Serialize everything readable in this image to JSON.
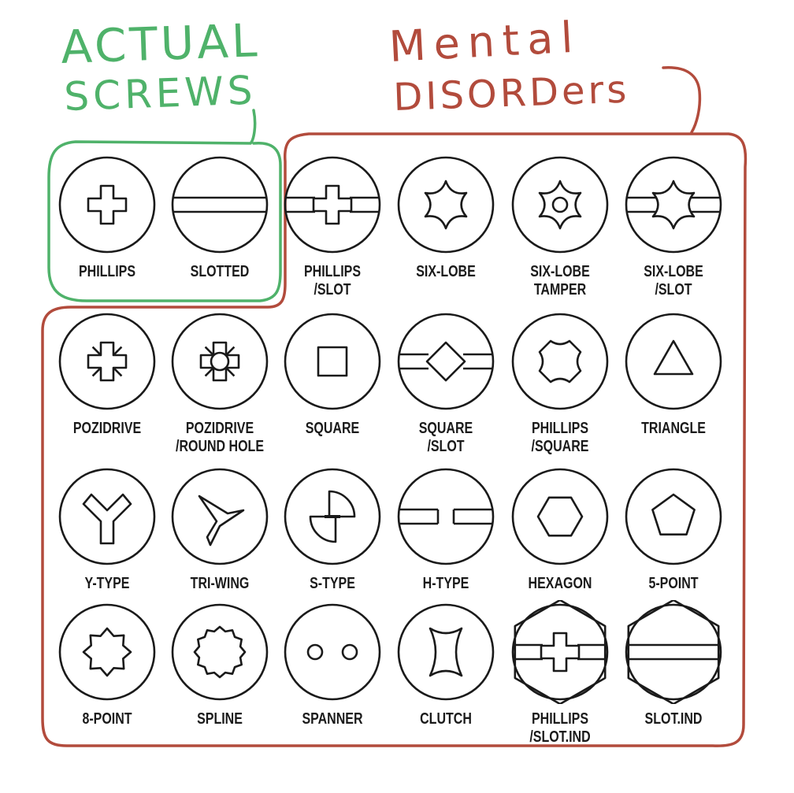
{
  "colors": {
    "green": "#4fb26a",
    "red": "#b24b3c",
    "ink": "#1a1a1a"
  },
  "annotations": {
    "green_line1": "ACTUAL",
    "green_line2": "SCREWS",
    "red_line1": "Mental",
    "red_line2": "DISORDers"
  },
  "heads": [
    {
      "icon": "phillips-icon",
      "lines": [
        "PHILLIPS"
      ]
    },
    {
      "icon": "slotted-icon",
      "lines": [
        "SLOTTED"
      ]
    },
    {
      "icon": "phillips-slot-icon",
      "lines": [
        "PHILLIPS",
        "/SLOT"
      ]
    },
    {
      "icon": "six-lobe-icon",
      "lines": [
        "SIX-LOBE"
      ]
    },
    {
      "icon": "six-lobe-tamper-icon",
      "lines": [
        "SIX-LOBE",
        "TAMPER"
      ]
    },
    {
      "icon": "six-lobe-slot-icon",
      "lines": [
        "SIX-LOBE",
        "/SLOT"
      ]
    },
    {
      "icon": "pozidrive-icon",
      "lines": [
        "POZIDRIVE"
      ]
    },
    {
      "icon": "pozidrive-round-hole-icon",
      "lines": [
        "POZIDRIVE",
        "/ROUND HOLE"
      ]
    },
    {
      "icon": "square-icon",
      "lines": [
        "SQUARE"
      ]
    },
    {
      "icon": "square-slot-icon",
      "lines": [
        "SQUARE",
        "/SLOT"
      ]
    },
    {
      "icon": "phillips-square-icon",
      "lines": [
        "PHILLIPS",
        "/SQUARE"
      ]
    },
    {
      "icon": "triangle-icon",
      "lines": [
        "TRIANGLE"
      ]
    },
    {
      "icon": "y-type-icon",
      "lines": [
        "Y-TYPE"
      ]
    },
    {
      "icon": "tri-wing-icon",
      "lines": [
        "TRI-WING"
      ]
    },
    {
      "icon": "s-type-icon",
      "lines": [
        "S-TYPE"
      ]
    },
    {
      "icon": "h-type-icon",
      "lines": [
        "H-TYPE"
      ]
    },
    {
      "icon": "hexagon-icon",
      "lines": [
        "HEXAGON"
      ]
    },
    {
      "icon": "five-point-icon",
      "lines": [
        "5-POINT"
      ]
    },
    {
      "icon": "eight-point-icon",
      "lines": [
        "8-POINT"
      ]
    },
    {
      "icon": "spline-icon",
      "lines": [
        "SPLINE"
      ]
    },
    {
      "icon": "spanner-icon",
      "lines": [
        "SPANNER"
      ]
    },
    {
      "icon": "clutch-icon",
      "lines": [
        "CLUTCH"
      ]
    },
    {
      "icon": "phillips-slot-ind-icon",
      "lines": [
        "PHILLIPS",
        "/SLOT.IND"
      ]
    },
    {
      "icon": "slot-ind-icon",
      "lines": [
        "SLOT.IND"
      ]
    }
  ]
}
